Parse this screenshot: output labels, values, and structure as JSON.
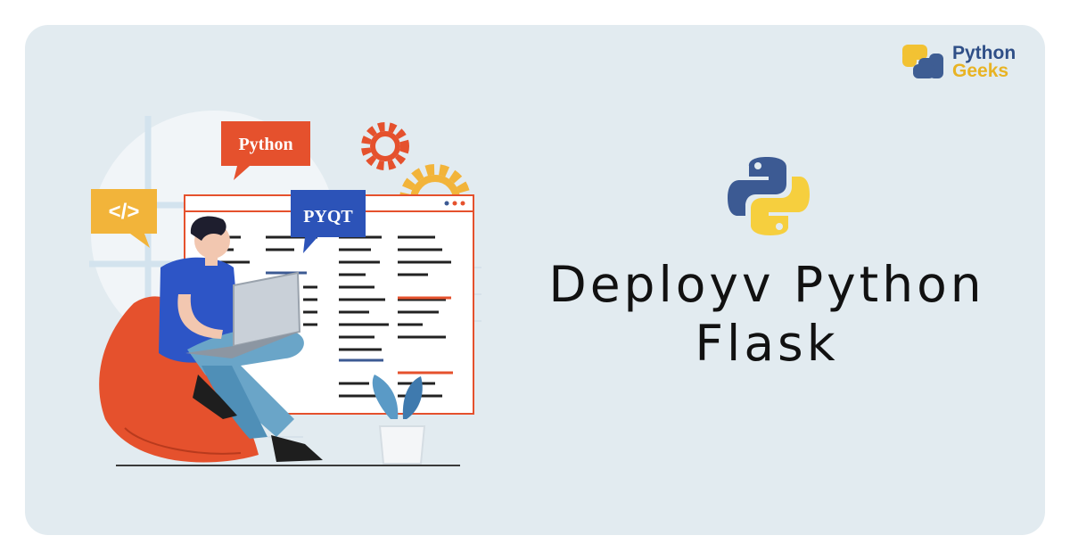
{
  "brand": {
    "line1": "Python",
    "line2": "Geeks",
    "logo_icon": "python-geeks-logo-icon"
  },
  "title": {
    "line1": "Deployv Python",
    "line2": "Flask"
  },
  "illustration": {
    "bubble_python": "Python",
    "bubble_pyqt": "PYQT",
    "bubble_code": "</>"
  },
  "colors": {
    "background": "#e2ebf0",
    "python_blue": "#3c5a93",
    "python_yellow": "#f6cf3e",
    "orange": "#e5512d",
    "brand_blue": "#2f4f87",
    "brand_yellow": "#e8b324"
  }
}
